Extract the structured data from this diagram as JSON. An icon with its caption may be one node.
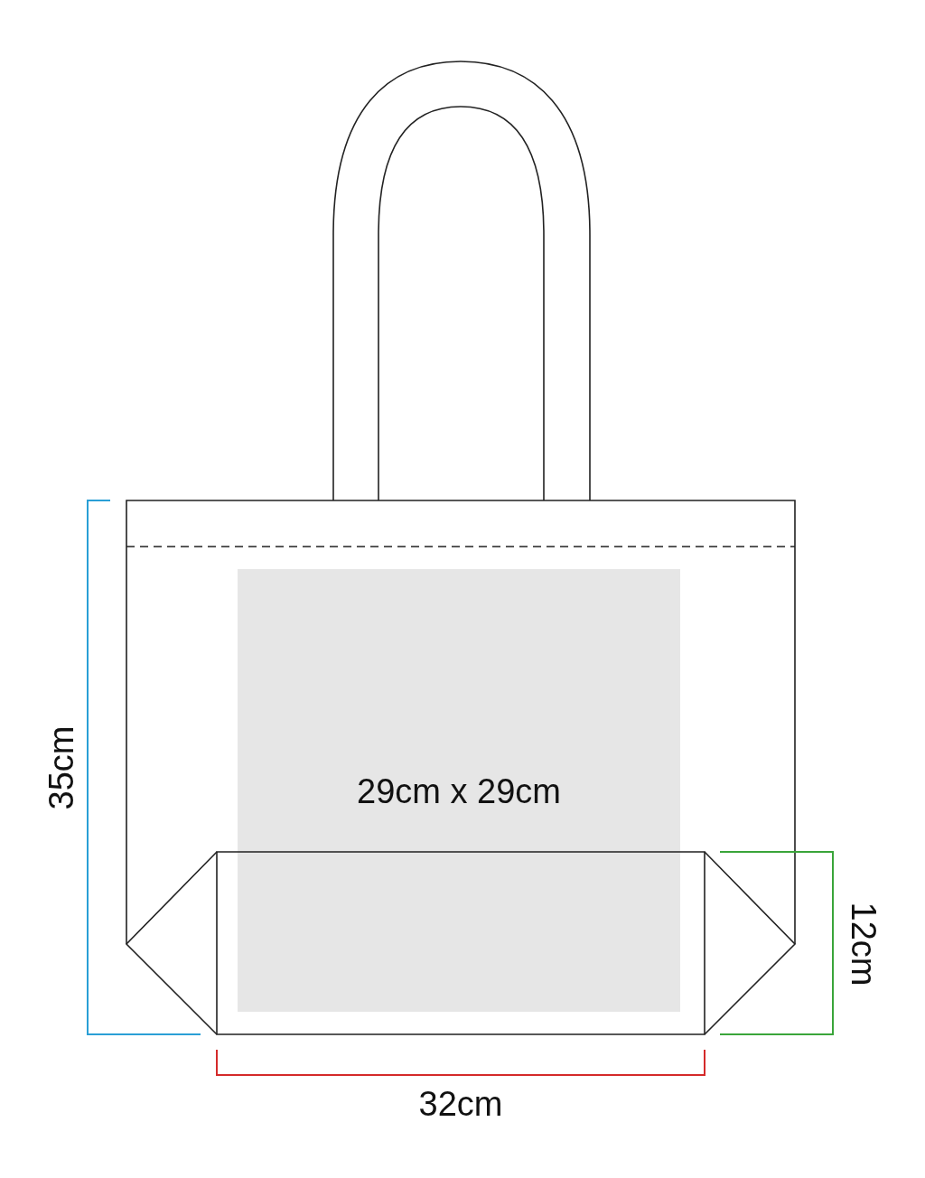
{
  "diagram": {
    "nodes": [
      {
        "text": [
          "29cm x 29cm"
        ]
      }
    ],
    "labels": [
      "35cm",
      "12cm",
      "32cm"
    ]
  }
}
